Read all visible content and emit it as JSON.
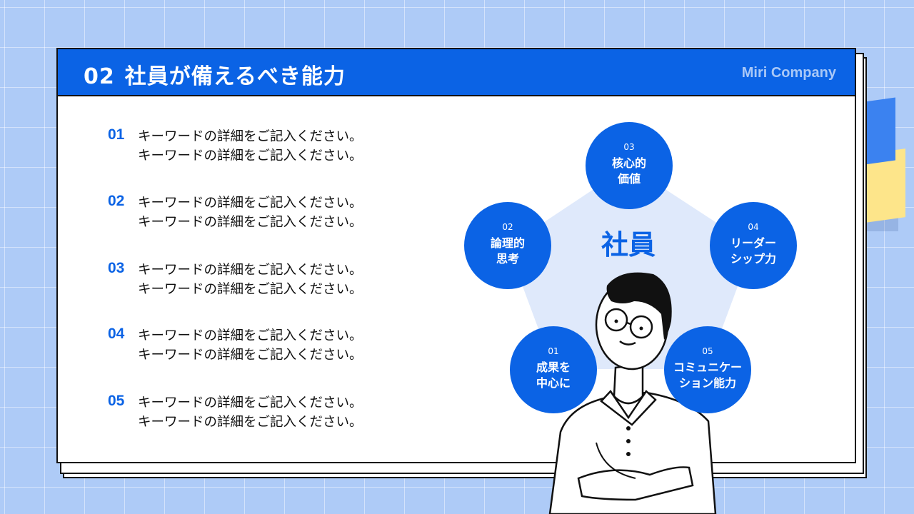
{
  "header": {
    "number": "02",
    "title": "社員が備えるべき能力",
    "brand": "Miri Company"
  },
  "items": [
    {
      "num": "01",
      "line1": "キーワードの詳細をご記入ください。",
      "line2": "キーワードの詳細をご記入ください。"
    },
    {
      "num": "02",
      "line1": "キーワードの詳細をご記入ください。",
      "line2": "キーワードの詳細をご記入ください。"
    },
    {
      "num": "03",
      "line1": "キーワードの詳細をご記入ください。",
      "line2": "キーワードの詳細をご記入ください。"
    },
    {
      "num": "04",
      "line1": "キーワードの詳細をご記入ください。",
      "line2": "キーワードの詳細をご記入ください。"
    },
    {
      "num": "05",
      "line1": "キーワードの詳細をご記入ください。",
      "line2": "キーワードの詳細をご記入ください。"
    }
  ],
  "diagram": {
    "center": "社員",
    "nodes": [
      {
        "num": "01",
        "label": "成果を\n中心に"
      },
      {
        "num": "02",
        "label": "論理的\n思考"
      },
      {
        "num": "03",
        "label": "核心的\n価値"
      },
      {
        "num": "04",
        "label": "リーダー\nシップ力"
      },
      {
        "num": "05",
        "label": "コミュニケー\nション能力"
      }
    ]
  },
  "colors": {
    "accent": "#0b63e5",
    "background": "#aecbf7",
    "pentagon": "#dfe9fb",
    "brand_text": "#a9c8f7"
  }
}
